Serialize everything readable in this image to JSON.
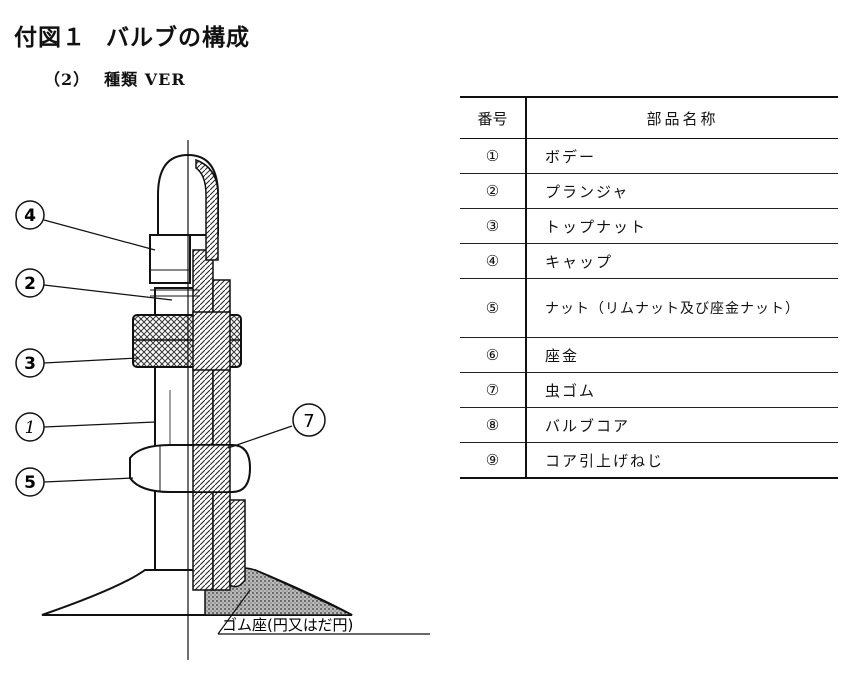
{
  "title": {
    "fig": "付図１",
    "text": "バルブの構成"
  },
  "subtitle": {
    "num": "（2）",
    "label": "種類 VER"
  },
  "diagram": {
    "callouts": [
      "4",
      "2",
      "3",
      "1",
      "5",
      "7"
    ],
    "base_label": "ゴム座(円又はだ円)"
  },
  "table": {
    "headers": {
      "number": "番号",
      "name": "部品名称"
    },
    "rows": [
      {
        "no": "①",
        "name": "ボデー"
      },
      {
        "no": "②",
        "name": "プランジャ"
      },
      {
        "no": "③",
        "name": "トップナット"
      },
      {
        "no": "④",
        "name": "キャップ"
      },
      {
        "no": "⑤",
        "name": "ナット（リムナット及び座金ナット）"
      },
      {
        "no": "⑥",
        "name": "座金"
      },
      {
        "no": "⑦",
        "name": "虫ゴム"
      },
      {
        "no": "⑧",
        "name": "バルブコア"
      },
      {
        "no": "⑨",
        "name": "コア引上げねじ"
      }
    ]
  }
}
